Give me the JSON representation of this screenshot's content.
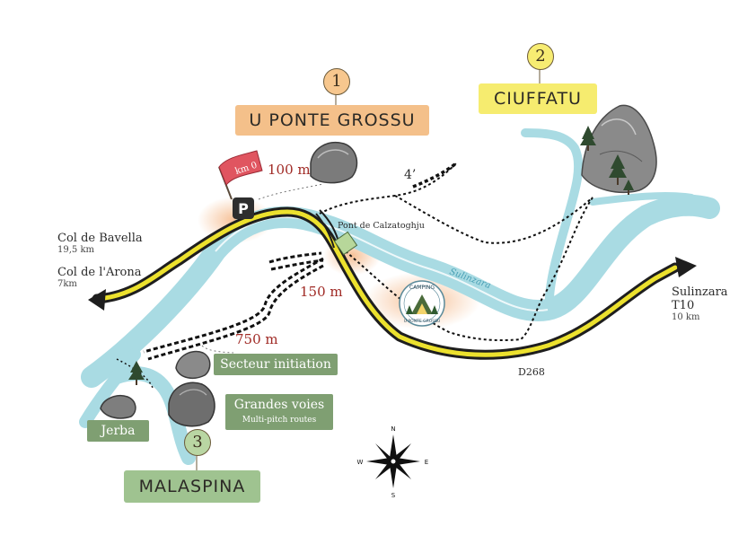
{
  "sites": [
    {
      "number": "1",
      "name": "U PONTE GROSSU"
    },
    {
      "number": "2",
      "name": "CIUFFATU"
    },
    {
      "number": "3",
      "name": "MALASPINA"
    }
  ],
  "sectors": {
    "initiation": "Secteur initiation",
    "grandes_voies": "Grandes voies",
    "grandes_voies_sub": "Multi-pitch routes",
    "jerba": "Jerba"
  },
  "distances": {
    "parking_to_rock": "100 m",
    "bridge": "150 m",
    "to_initiation": "750 m",
    "walk_time": "4’"
  },
  "places": {
    "west_1_name": "Col de Bavella",
    "west_1_dist": "19,5 km",
    "west_2_name": "Col de l'Arona",
    "west_2_dist": "7km",
    "east_name_1": "Sulinzara",
    "east_name_2": "T10",
    "east_dist": "10 km"
  },
  "features": {
    "river": "Sulinzara",
    "bridge": "Pont de Calzatoghju",
    "road": "D268",
    "flag": "km 0",
    "parking": "P",
    "camping_top": "CAMPING",
    "camping_bottom": "U PONTE GROSSU"
  },
  "compass": {
    "n": "N",
    "s": "S",
    "e": "E",
    "w": "W"
  },
  "colors": {
    "river": "#a9dbe3",
    "road_fill": "#ece12e",
    "road_edge": "#1e1e1e",
    "halo": "#f6c79a",
    "distance_text": "#a02a25"
  }
}
